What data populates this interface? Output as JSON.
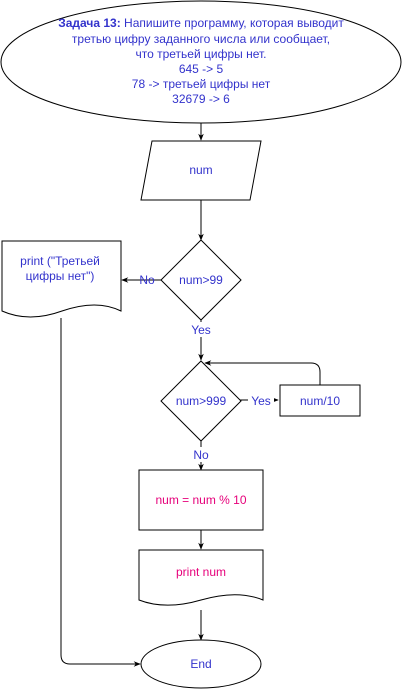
{
  "title_block": {
    "prefix": "Задача 13:",
    "line1_rest": " Напишите программу, которая выводит",
    "line2": "третью цифру заданного числа или сообщает,",
    "line3": "что третьей цифры нет.",
    "example1": "645 -> 5",
    "example2": "78 -> третьей цифры нет",
    "example3": "32679 -> 6"
  },
  "input_block": {
    "label": "num"
  },
  "decision_1": {
    "label": "num>99"
  },
  "output_no_third": {
    "line1": "print (\"Третьей",
    "line2": "цифры нет\")"
  },
  "decision_2": {
    "label": "num>999"
  },
  "process_div": {
    "label": "num/10"
  },
  "process_mod": {
    "label": "num = num % 10"
  },
  "output_num": {
    "label": "print num"
  },
  "end_block": {
    "label": "End"
  },
  "edge_labels": {
    "d1_no": "No",
    "d1_yes": "Yes",
    "d2_yes": "Yes",
    "d2_no": "No"
  },
  "colors": {
    "text_blue": "#3333cc",
    "text_pink": "#e6007a",
    "stroke": "#000000"
  }
}
